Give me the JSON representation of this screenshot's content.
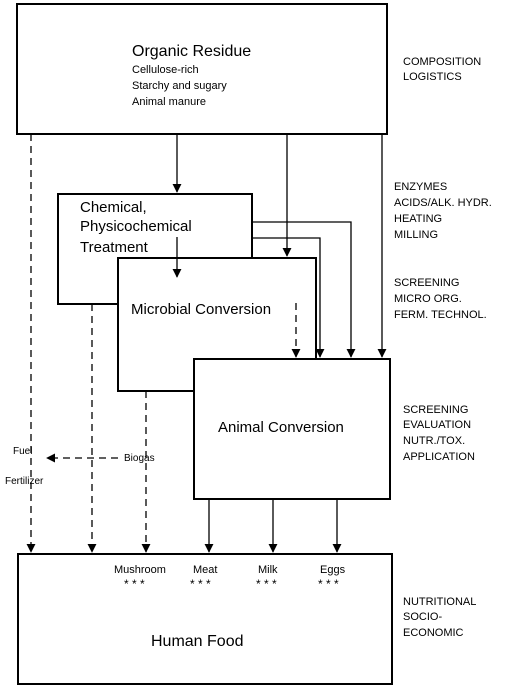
{
  "boxes": {
    "organic_residue": {
      "title": "Organic Residue",
      "items": [
        "Cellulose-rich",
        "Starchy and sugary",
        "Animal manure"
      ]
    },
    "chemical": {
      "lines": [
        "Chemical,",
        "Physicochemical",
        "Treatment"
      ]
    },
    "microbial": {
      "title": "Microbial Conversion"
    },
    "animal": {
      "title": "Animal Conversion"
    },
    "human_food": {
      "title": "Human Food"
    }
  },
  "side_labels": {
    "composition": [
      "COMPOSITION",
      "LOGISTICS"
    ],
    "enzymes": [
      "ENZYMES",
      "ACIDS/ALK. HYDR.",
      "HEATING",
      "MILLING"
    ],
    "screening_micro": [
      "SCREENING",
      "MICRO ORG.",
      "FERM. TECHNOL."
    ],
    "screening_animal": [
      "SCREENING",
      "EVALUATION",
      "NUTR./TOX.",
      "APPLICATION"
    ],
    "nutritional": [
      "NUTRITIONAL",
      "SOCIO-",
      "ECONOMIC"
    ]
  },
  "flow_labels": {
    "fuel": "Fuel",
    "fertilizer": "Fertilizer",
    "biogas": "Biogas"
  },
  "products": [
    "Mushroom",
    "Meat",
    "Milk",
    "Eggs"
  ],
  "product_marks": "* * *"
}
